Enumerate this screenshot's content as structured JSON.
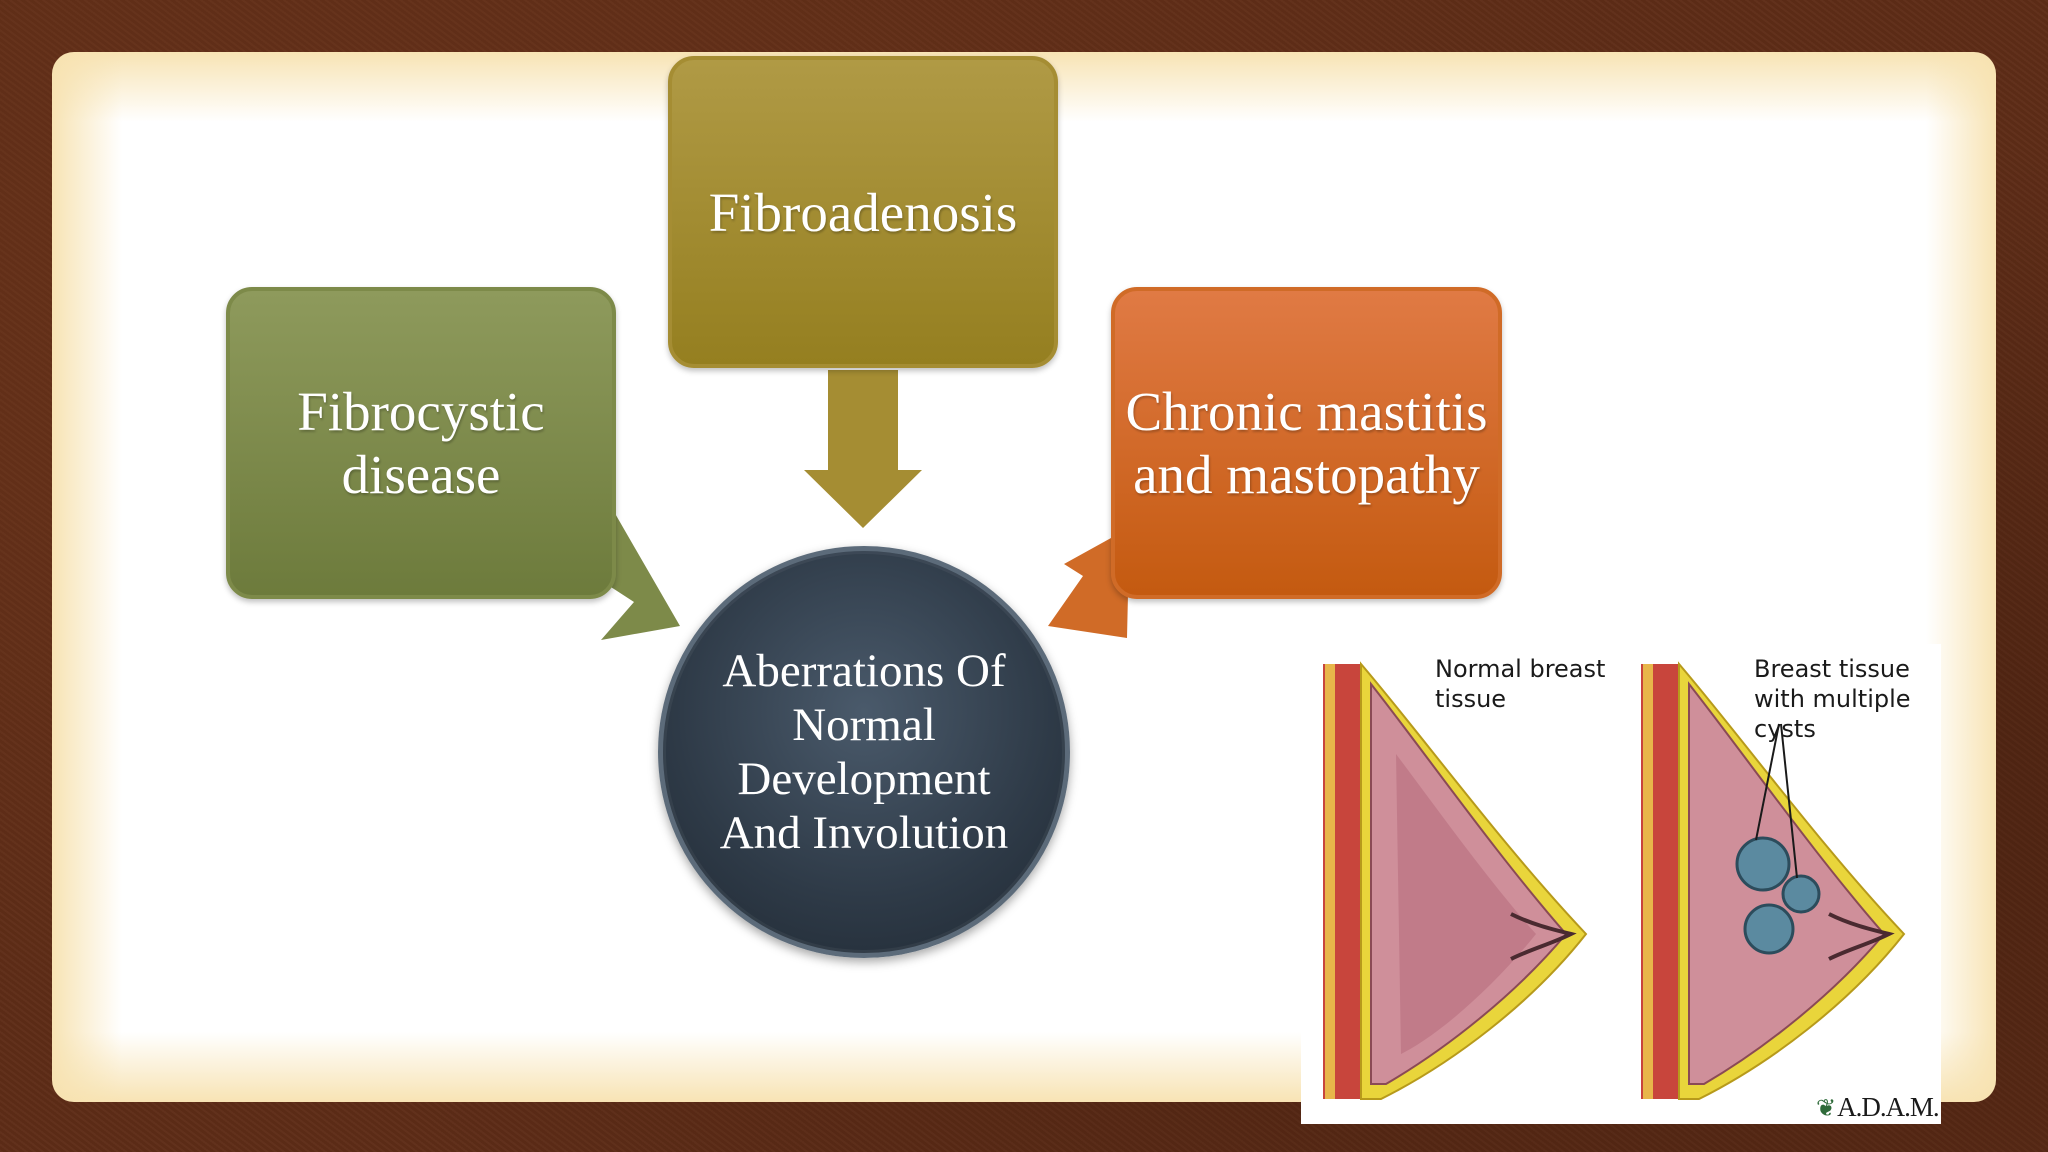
{
  "diagram": {
    "boxes": {
      "left": "Fibrocystic disease",
      "top": "Fibroadenosis",
      "right": "Chronic mastitis and mastopathy"
    },
    "center": "Aberrations Of Normal Development And Involution"
  },
  "illustration": {
    "label_normal": "Normal breast tissue",
    "label_cysts": "Breast tissue with multiple cysts",
    "logo": "A.D.A.M."
  },
  "colors": {
    "box_left": "#7d8a49",
    "box_top": "#a58d33",
    "box_right": "#d06b27",
    "center": "#2e3a47"
  }
}
